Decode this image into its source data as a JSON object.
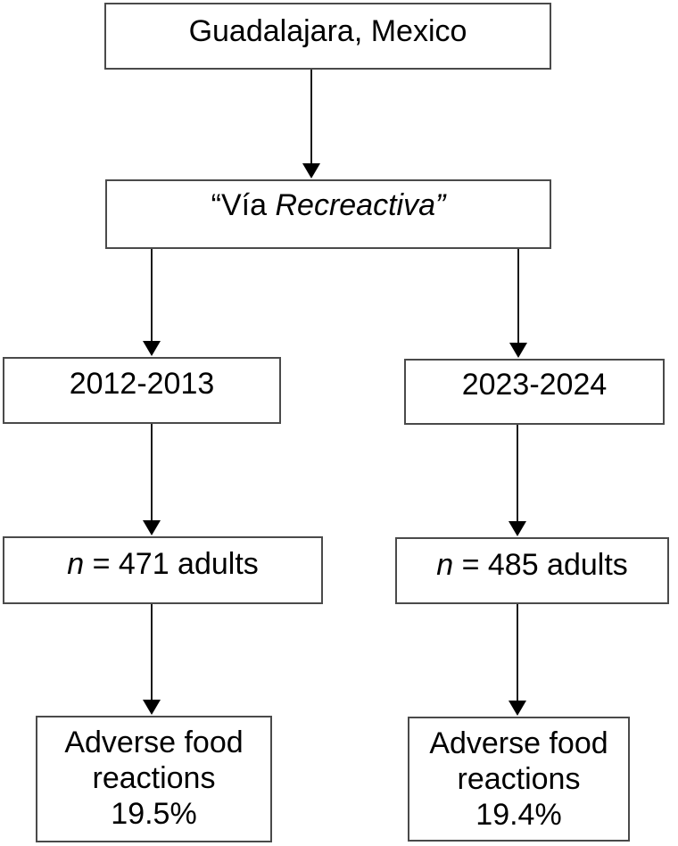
{
  "diagram": {
    "top_box": {
      "label": "Guadalajara, Mexico"
    },
    "event_box": {
      "regular": "“Vía ",
      "italic": "Recreactiva”"
    },
    "left_branch": {
      "period": "2012-2013",
      "n_italic": "n",
      "n_rest": " = 471 adults",
      "outcome": {
        "line1": "Adverse food",
        "line2": "reactions",
        "line3": "19.5%"
      }
    },
    "right_branch": {
      "period": "2023-2024",
      "n_italic": "n",
      "n_rest": " = 485 adults",
      "outcome": {
        "line1": "Adverse food",
        "line2": "reactions",
        "line3": "19.4%"
      }
    },
    "colors": {
      "background": "#ffffff",
      "box_border": "#4a4a4a",
      "arrow_line": "#1a1a1a",
      "arrow_head": "#000000",
      "text": "#000000"
    }
  }
}
